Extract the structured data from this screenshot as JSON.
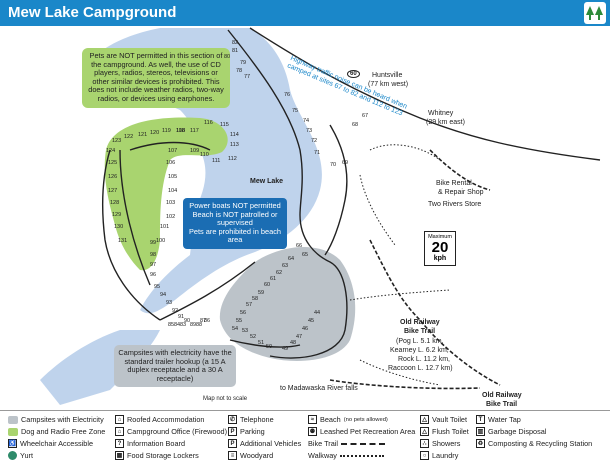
{
  "header": {
    "title": "Mew Lake Campground"
  },
  "notes": {
    "pets_zone": "Pets are NOT permitted in this section of the campground. As well, the use of CD players, radios, stereos, televisions or other similar devices is prohibited. This does not include weather radios, two-way radios, or devices using earphones.",
    "power_boats_line1": "Power boats NOT permitted",
    "power_boats_line2": "Beach is NOT patrolled or supervised",
    "power_boats_line3": "Pets are prohibited in beach area",
    "electricity": "Campsites with electricity have the standard trailer hookup (a 15 A duplex receptacle and a 30 A receptacle)"
  },
  "labels": {
    "lake": "Mew Lake",
    "highway_note": "Highway traffic noise can be heard when camped at sites 67 to 82 and 112 to 123",
    "huntsville": "Huntsville",
    "huntsville_dist": "(77 km west)",
    "whitney": "Whitney",
    "whitney_dist": "(29 km east)",
    "hwy": "60",
    "bike_rental": "Bike Rental",
    "bike_rental2": "& Repair Shop",
    "two_rivers": "Two Rivers Store",
    "speed_max": "Maximum",
    "speed_value": "20",
    "speed_unit": "kph",
    "old_railway": "Old Railway",
    "bike_trail": "Bike Trail",
    "dist1": "(Pog L. 5.1 km,",
    "dist2": "Kearney L. 6.2 km,",
    "dist3": "Rock L. 11.2 km,",
    "dist4": "Raccoon L. 12.7 km)",
    "old_railway2": "Old Railway",
    "bike_trail2": "Bike Trail",
    "madawaska": "to Madawaska River falls",
    "not_to_scale": "Map not to scale"
  },
  "sites": {
    "top_road": [
      "82",
      "81",
      "80",
      "79",
      "78",
      "77",
      "76",
      "75",
      "74",
      "73",
      "72",
      "71",
      "70",
      "69",
      "68",
      "67"
    ],
    "loop_a": [
      "123",
      "122",
      "121",
      "120",
      "119",
      "118",
      "117",
      "116",
      "115",
      "114",
      "113",
      "112",
      "111",
      "110",
      "109",
      "108",
      "107",
      "106",
      "105",
      "104",
      "103",
      "102",
      "101",
      "100"
    ],
    "loop_b": [
      "124",
      "125",
      "126",
      "127",
      "128",
      "129",
      "130",
      "131",
      "99",
      "98",
      "97",
      "96",
      "95",
      "94",
      "93",
      "92",
      "91",
      "90",
      "89",
      "88",
      "87",
      "86",
      "85",
      "84",
      "83"
    ],
    "south": [
      "66",
      "65",
      "64",
      "63",
      "62",
      "61",
      "60",
      "59",
      "58",
      "57",
      "56",
      "55",
      "54",
      "53",
      "52",
      "51",
      "50",
      "49",
      "48",
      "47",
      "46",
      "45",
      "44"
    ]
  },
  "legend": [
    {
      "name": "legend-campsites-electricity",
      "label": "Campsites with Electricity",
      "color": "#bcc3c9"
    },
    {
      "name": "legend-dog-radio-free",
      "label": "Dog and Radio Free Zone",
      "color": "#a9d46f"
    },
    {
      "name": "legend-wheelchair",
      "label": "Wheelchair Accessible",
      "icon": "wheelchair-icon"
    },
    {
      "name": "legend-yurt",
      "label": "Yurt",
      "icon": "yurt-icon"
    },
    {
      "name": "legend-roofed",
      "label": "Roofed Accommodation",
      "icon": "cabin-icon"
    },
    {
      "name": "legend-office",
      "label": "Campground Office (Firewood)",
      "icon": "office-icon"
    },
    {
      "name": "legend-info-board",
      "label": "Information Board",
      "icon": "info-icon"
    },
    {
      "name": "legend-food-lockers",
      "label": "Food Storage Lockers",
      "icon": "locker-icon"
    },
    {
      "name": "legend-telephone",
      "label": "Telephone",
      "icon": "phone-icon"
    },
    {
      "name": "legend-parking",
      "label": "Parking",
      "icon": "parking-icon"
    },
    {
      "name": "legend-additional-vehicles",
      "label": "Additional Vehicles",
      "icon": "parking-plus-icon"
    },
    {
      "name": "legend-woodyard",
      "label": "Woodyard",
      "icon": "woodyard-icon"
    },
    {
      "name": "legend-beach",
      "label": "Beach",
      "note": "(no pets allowed)",
      "icon": "beach-icon"
    },
    {
      "name": "legend-leashed-pet",
      "label": "Leashed Pet Recreation Area",
      "icon": "pet-icon"
    },
    {
      "name": "legend-bike-trail",
      "label": "Bike Trail",
      "icon": "bike-trail-line"
    },
    {
      "name": "legend-walkway",
      "label": "Walkway",
      "icon": "walkway-line"
    },
    {
      "name": "legend-vault-toilet",
      "label": "Vault Toilet",
      "icon": "vault-toilet-icon"
    },
    {
      "name": "legend-flush-toilet",
      "label": "Flush Toilet",
      "icon": "flush-toilet-icon"
    },
    {
      "name": "legend-showers",
      "label": "Showers",
      "icon": "shower-icon"
    },
    {
      "name": "legend-laundry",
      "label": "Laundry",
      "icon": "laundry-icon"
    },
    {
      "name": "legend-water-tap",
      "label": "Water Tap",
      "icon": "water-tap-icon"
    },
    {
      "name": "legend-garbage",
      "label": "Garbage Disposal",
      "icon": "garbage-icon"
    },
    {
      "name": "legend-composting",
      "label": "Composting & Recycling Station",
      "icon": "recycle-icon"
    }
  ],
  "colors": {
    "header": "#1a87c9",
    "lake": "#bfd3ec",
    "dog_zone": "#a9d46f",
    "electric_zone": "#bcc3c9",
    "highway_text": "#1a87c9"
  }
}
